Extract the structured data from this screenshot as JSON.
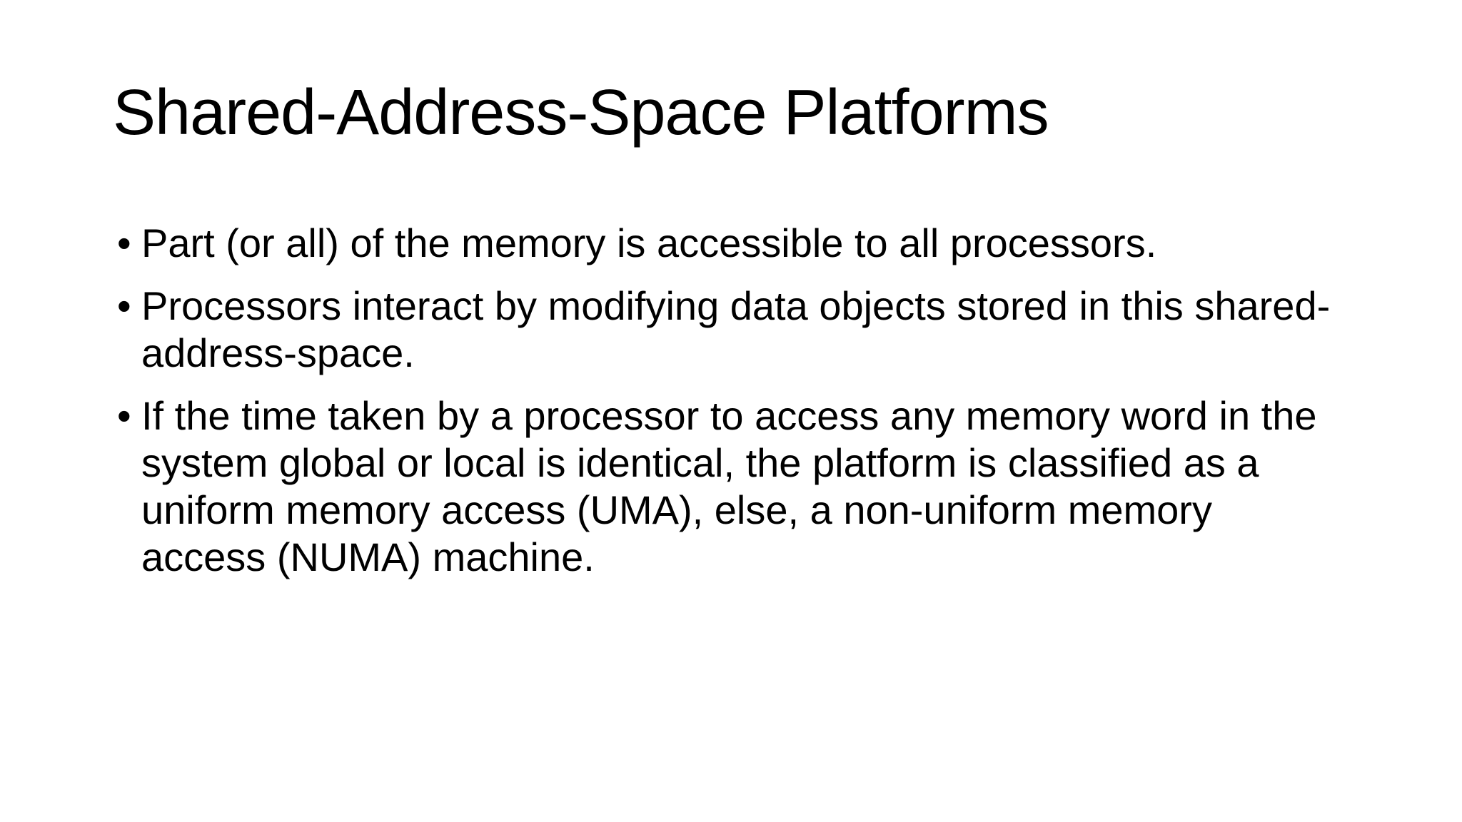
{
  "slide": {
    "title": "Shared-Address-Space Platforms",
    "bullet_glyph": "•",
    "bullets": [
      "Part (or all) of the memory is accessible to all processors.",
      "Processors interact by modifying data objects stored in this shared-address-space.",
      "If the time taken by a processor to access any memory word in the system global or local is identical, the platform is classified as a uniform memory access (UMA), else, a non-uniform memory access (NUMA) machine."
    ],
    "colors": {
      "background": "#ffffff",
      "text": "#000000"
    }
  }
}
